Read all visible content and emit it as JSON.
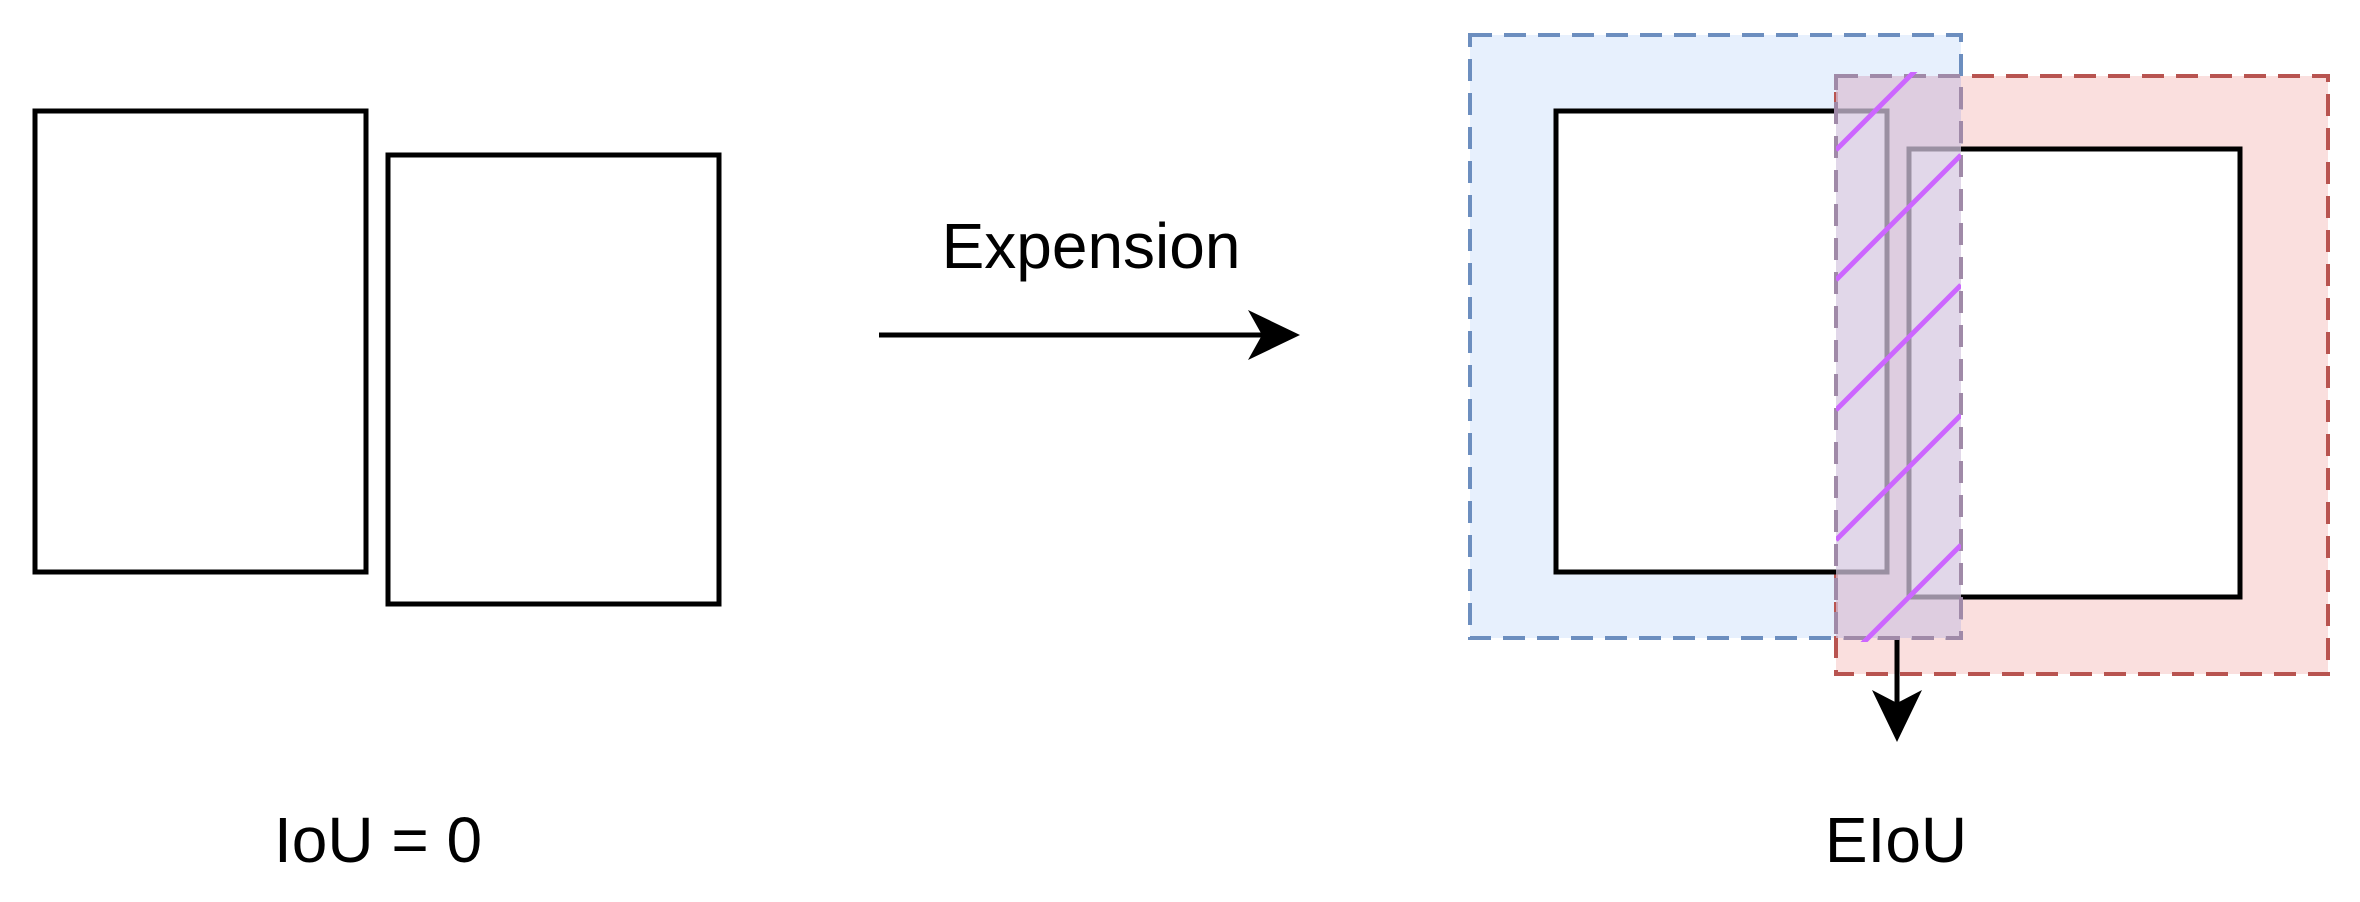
{
  "left_panel": {
    "caption": "IoU = 0"
  },
  "arrow": {
    "label": "Expension"
  },
  "right_panel": {
    "caption": "EIoU"
  },
  "colors": {
    "box_stroke": "#000000",
    "blue_fill": "#dae8fc",
    "blue_stroke": "#6c8ebf",
    "red_fill": "#f8cecc",
    "red_stroke": "#b85450",
    "overlap_hatch": "#cc66ff"
  }
}
